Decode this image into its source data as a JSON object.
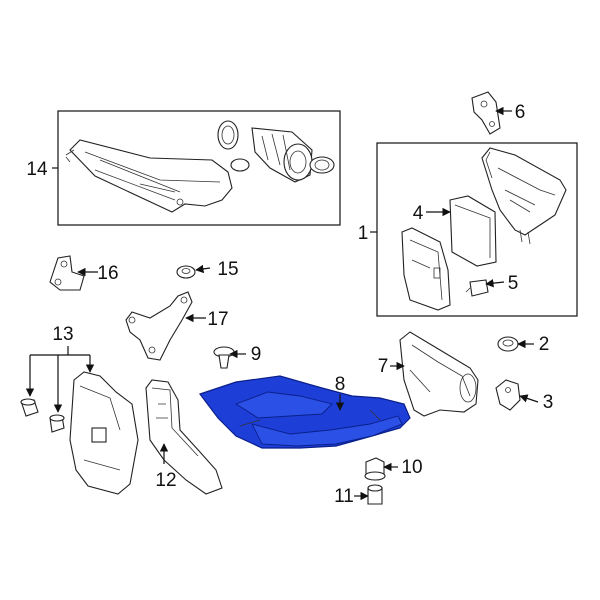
{
  "diagram": {
    "highlight_color": "#1d3fd8",
    "callouts": [
      {
        "id": "c1",
        "label": "1"
      },
      {
        "id": "c2",
        "label": "2"
      },
      {
        "id": "c3",
        "label": "3"
      },
      {
        "id": "c4",
        "label": "4"
      },
      {
        "id": "c5",
        "label": "5"
      },
      {
        "id": "c6",
        "label": "6"
      },
      {
        "id": "c7",
        "label": "7"
      },
      {
        "id": "c8",
        "label": "8"
      },
      {
        "id": "c9",
        "label": "9"
      },
      {
        "id": "c10",
        "label": "10"
      },
      {
        "id": "c11",
        "label": "11"
      },
      {
        "id": "c12",
        "label": "12"
      },
      {
        "id": "c13",
        "label": "13"
      },
      {
        "id": "c14",
        "label": "14"
      },
      {
        "id": "c15",
        "label": "15"
      },
      {
        "id": "c16",
        "label": "16"
      },
      {
        "id": "c17",
        "label": "17"
      }
    ]
  }
}
